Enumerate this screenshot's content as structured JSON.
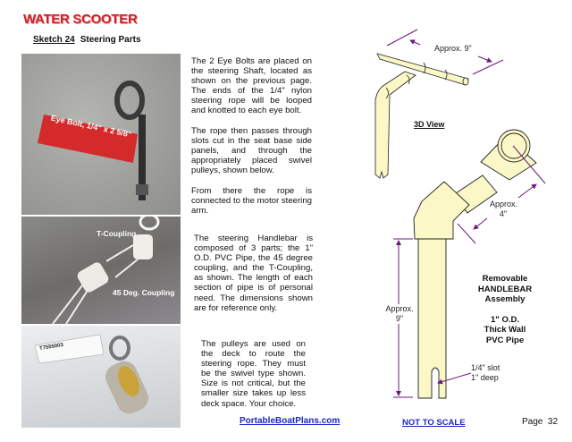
{
  "header": {
    "title": "WATER SCOOTER",
    "sketch_number": "Sketch 24",
    "sketch_title": "Steering Parts"
  },
  "photos": {
    "eye_bolt": {
      "label_brand": "Eye Bolt, 1/4\" x 2 5/8\""
    },
    "couplings": {
      "t_coupling_label": "T-Coupling",
      "deg45_label": "45 Deg. Coupling"
    },
    "pulley": {
      "tag": "T7555003"
    }
  },
  "text": {
    "p1": "The 2 Eye Bolts are placed on the steering Shaft, located as shown on the previous page. The ends of the 1/4\" nylon steering rope will be looped and knotted to each eye bolt.",
    "p2": "The rope then passes through slots cut in the seat base side panels, and through the appropriately placed swivel pulleys, shown below.",
    "p3": "From there the rope is connected to the motor steering arm.",
    "p4": "The steering Handlebar is composed of 3 parts; the 1\" O.D. PVC Pipe, the 45 degree coupling, and the T-Coupling, as shown. The length of each section of pipe is of personal need. The dimensions shown are for reference only.",
    "p5": "The pulleys are used on the deck to route the steering rope. They must be the swivel type shown. Size is not critical, but the smaller size takes up less deck space. Your choice."
  },
  "diagram": {
    "top_dim": "Approx. 9\"",
    "view_label": "3D View",
    "dim_4_line1": "Approx.",
    "dim_4_line2": "4\"",
    "dim_9_line1": "Approx.",
    "dim_9_line2": "9\"",
    "assembly": [
      "Removable",
      "HANDLEBAR",
      "Assembly"
    ],
    "pipe": [
      "1\" O.D.",
      "Thick Wall",
      "PVC Pipe"
    ],
    "slot_line1": "1/4\" slot",
    "slot_line2": "1\" deep",
    "pipe_color": "#fbf7c6",
    "dim_color": "#6a1a7a"
  },
  "footer": {
    "link": "PortableBoatPlans.com",
    "not_to_scale": "NOT TO SCALE",
    "page": "Page  32"
  }
}
